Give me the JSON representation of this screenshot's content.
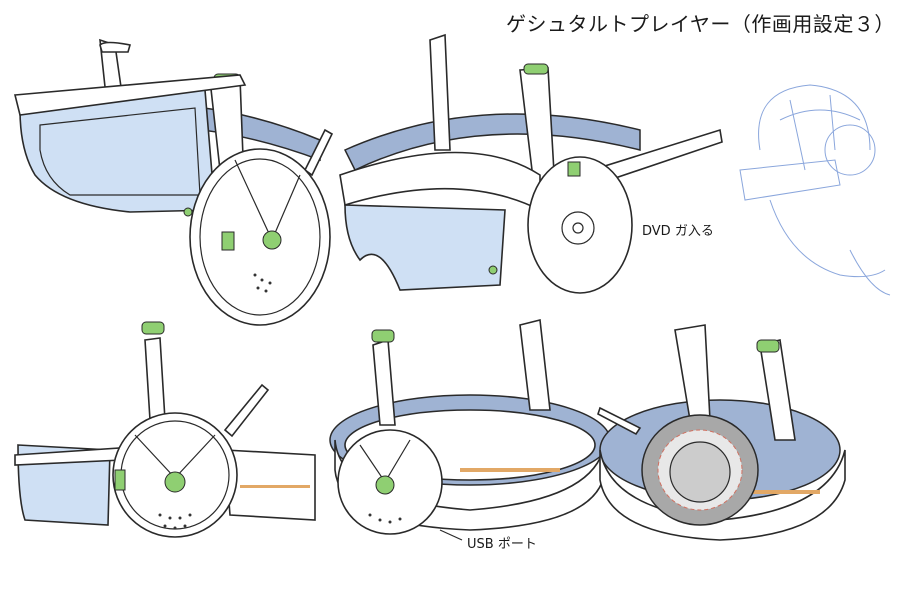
{
  "title": "ゲシュタルトプレイヤー（作画用設定３）",
  "annotations": {
    "dvd": "DVD ガ入る",
    "usb": "USB ポート"
  },
  "colors": {
    "band": "#9fb3d3",
    "glass": "#cfe0f4",
    "accent_green": "#8fcf72",
    "accent_orange": "#e2a866",
    "sketch_blue": "#8aa6dc"
  }
}
